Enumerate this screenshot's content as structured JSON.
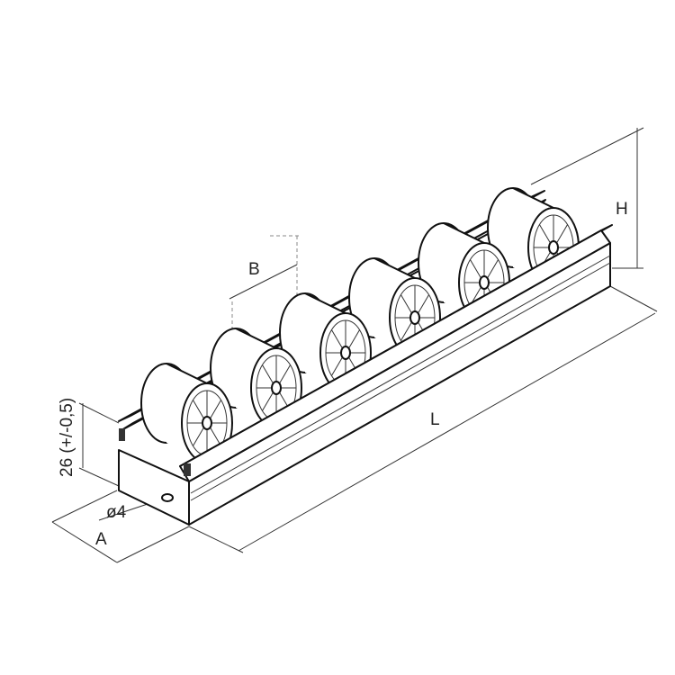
{
  "drawing": {
    "roller_count": 6,
    "line_color": "#111111",
    "background": "#ffffff"
  },
  "dimensions": {
    "height": "H",
    "pitch": "B",
    "length": "L",
    "profile_height": "26 (+/-0,5)",
    "hole_diameter": "ø4",
    "width": "A"
  }
}
